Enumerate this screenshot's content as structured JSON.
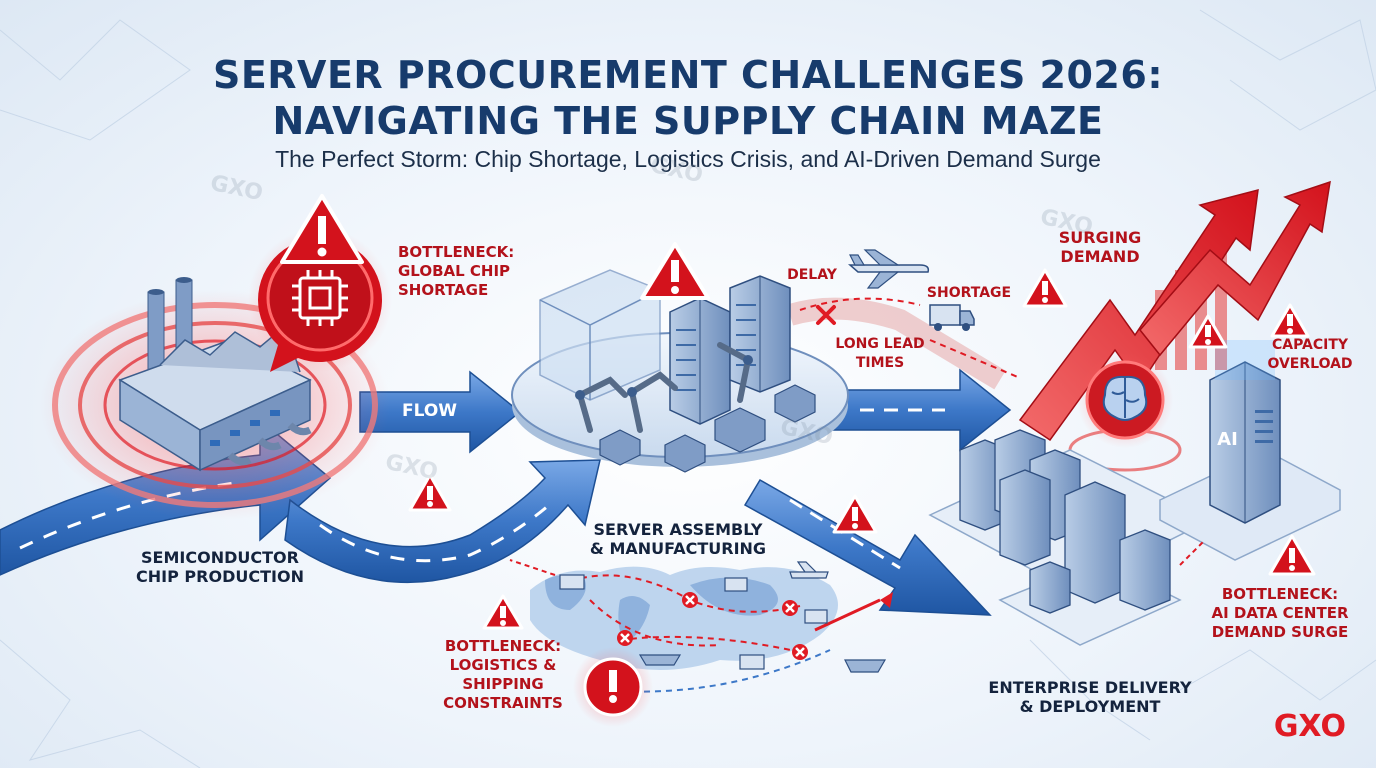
{
  "title_line1": "SERVER PROCUREMENT CHALLENGES 2026:",
  "title_line2": "NAVIGATING THE SUPPLY CHAIN MAZE",
  "subtitle": "The Perfect Storm: Chip Shortage, Logistics Crisis, and AI-Driven Demand Surge",
  "stages": {
    "chip_production": [
      "SEMICONDUCTOR",
      "CHIP PRODUCTION"
    ],
    "assembly": [
      "SERVER ASSEMBLY",
      "& MANUFACTURING"
    ],
    "delivery": [
      "ENTERPRISE DELIVERY",
      "& DEPLOYMENT"
    ]
  },
  "bottlenecks": {
    "chip": [
      "BOTTLENECK:",
      "GLOBAL CHIP",
      "SHORTAGE"
    ],
    "logistics": [
      "BOTTLENECK:",
      "LOGISTICS &",
      "SHIPPING",
      "CONSTRAINTS"
    ],
    "ai_demand": [
      "BOTTLENECK:",
      "AI DATA CENTER",
      "DEMAND SURGE"
    ]
  },
  "annotations": {
    "flow": "FLOW",
    "delay": "DELAY",
    "shortage": "SHORTAGE",
    "long_lead_times": [
      "LONG LEAD",
      "TIMES"
    ],
    "surging_demand": [
      "SURGING",
      "DEMAND"
    ],
    "capacity_overload": [
      "CAPACITY",
      "OVERLOAD"
    ],
    "ai_badge": "AI"
  },
  "watermark": "GXO",
  "brand": "GXO",
  "colors": {
    "navy": "#173b6c",
    "alert_red": "#e01b24",
    "flow_blue": "#3d78c8",
    "bottleneck_text": "#b3121b"
  },
  "icons": [
    "warning-icon",
    "chip-icon",
    "factory-icon",
    "airplane-icon",
    "truck-icon",
    "ship-icon",
    "brain-icon",
    "robot-arm-icon",
    "server-rack-icon",
    "world-map-icon",
    "cross-mark-icon"
  ]
}
